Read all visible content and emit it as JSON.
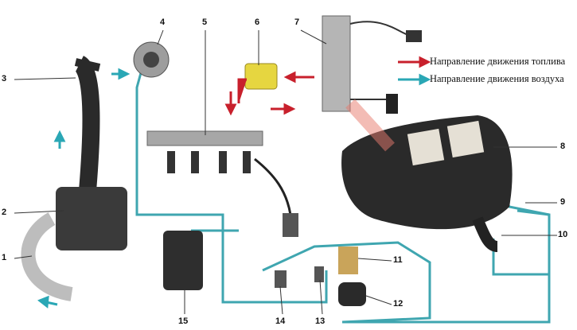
{
  "legend": {
    "fuel": {
      "label": "Направление движения топлива",
      "color": "#c8202c"
    },
    "air": {
      "label": "Направление движения воздуха",
      "color": "#2aa7b5"
    }
  },
  "callouts": [
    "1",
    "2",
    "3",
    "4",
    "5",
    "6",
    "7",
    "8",
    "9",
    "10",
    "11",
    "12",
    "13",
    "14",
    "15"
  ],
  "colors": {
    "tube": "#3fa6b0",
    "metal": "#9a9a9a",
    "dark": "#2a2a2a"
  }
}
